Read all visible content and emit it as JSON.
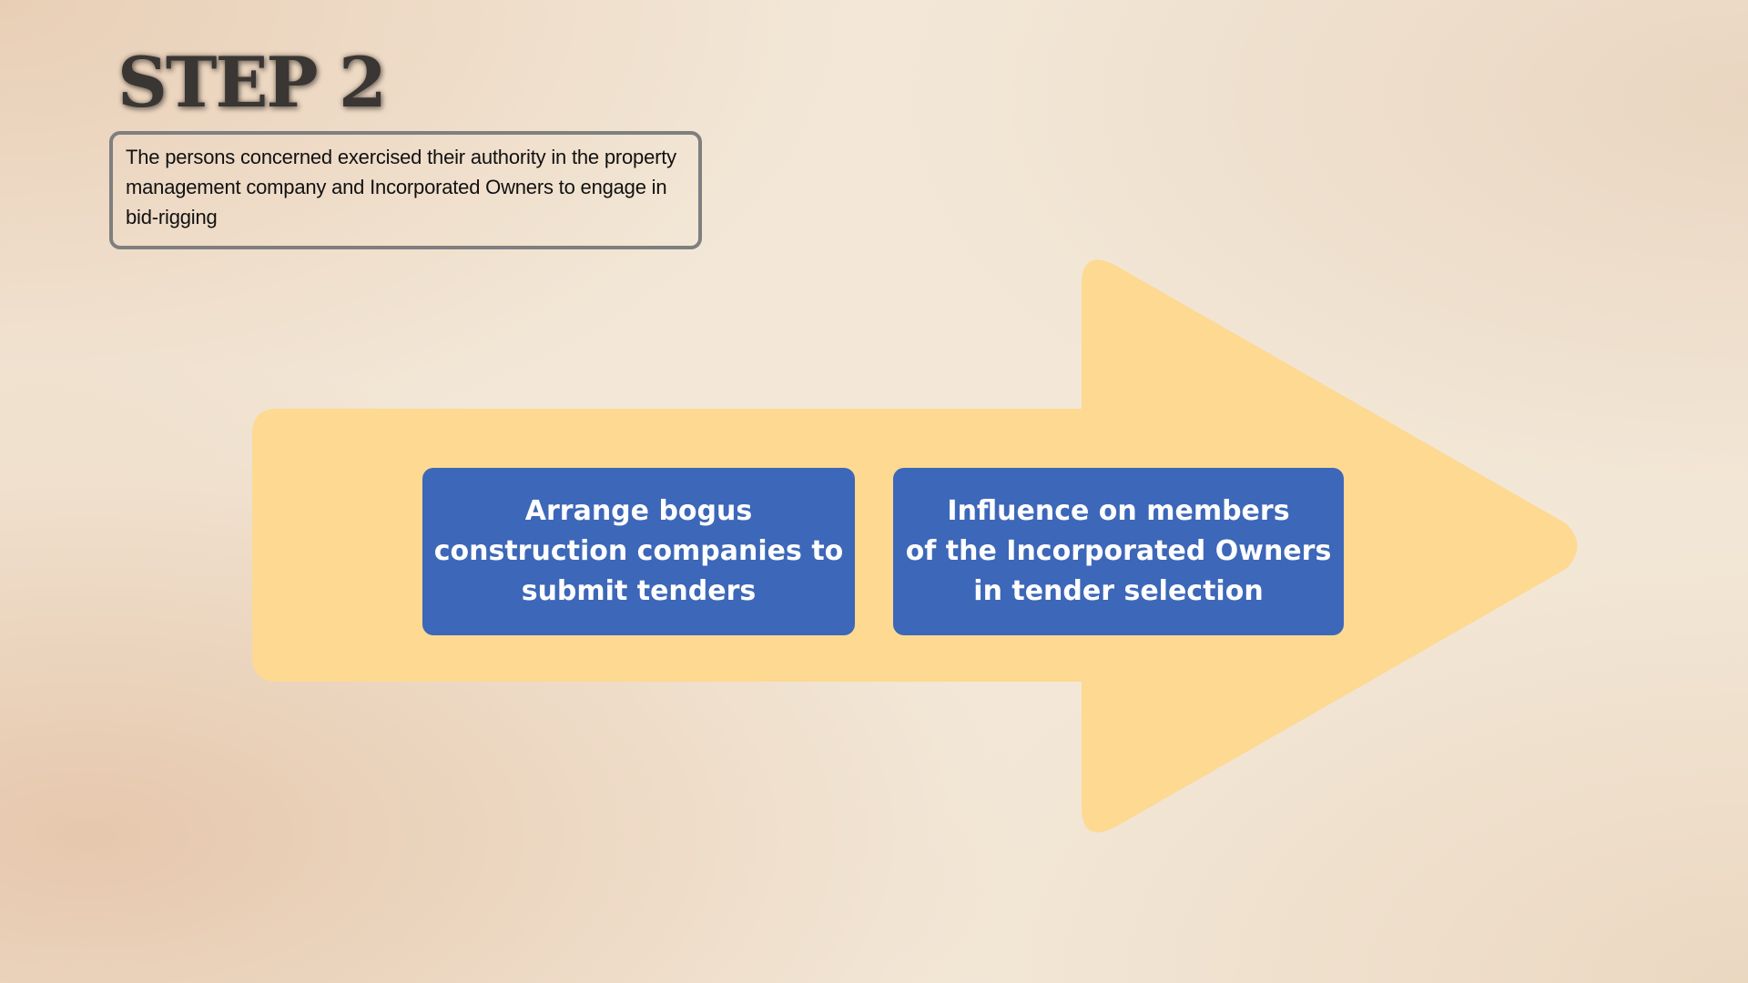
{
  "slide": {
    "title": "STEP 2",
    "description": "The persons concerned exercised their authority in the property management company and Incorporated Owners to engage in bid-rigging",
    "steps": [
      {
        "lines": [
          "Arrange bogus",
          "construction companies to",
          "submit tenders"
        ]
      },
      {
        "lines": [
          "Influence on members",
          "of the Incorporated Owners",
          "in tender selection"
        ]
      }
    ],
    "colors": {
      "arrow": "#fdd992",
      "box": "#3d67b8"
    }
  }
}
